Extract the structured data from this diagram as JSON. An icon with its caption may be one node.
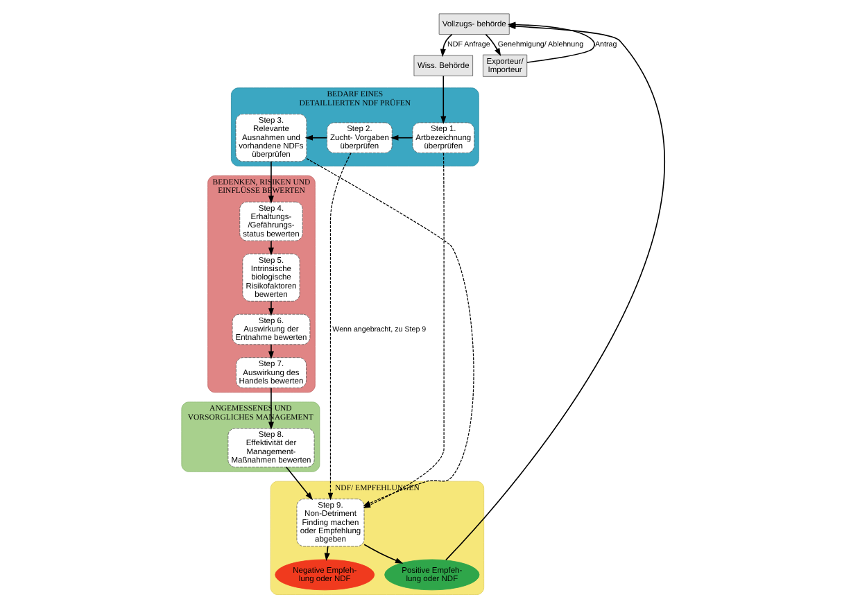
{
  "diagram": {
    "nodes": [
      {
        "text": [
          "Wiss. Behörde"
        ]
      },
      {
        "text": [
          "Vollzugs- behörde"
        ]
      },
      {
        "text": [
          "Exporteur/ Importeur"
        ]
      },
      {
        "text": [
          "BEDARF EINES DETAILLIERTEN NDF PRÜFEN"
        ]
      },
      {
        "text": [
          "Step 1.",
          "Artbezeichnung überprüfen"
        ],
        "in": 3
      },
      {
        "text": [
          "Step 2.",
          "Zucht- Vorgaben überprüfen"
        ],
        "in": 3
      },
      {
        "text": [
          "Step 3.",
          "Relevante Ausnahmen und vorhandene NDFs überprüfen"
        ],
        "in": 3
      },
      {
        "text": [
          "BEDENKEN, RISIKEN UND EINFLÜSSE BEWERTEN"
        ]
      },
      {
        "text": [
          "Step 4.",
          "Erhaltungs- /Gefährungs- status bewerten"
        ],
        "in": 7
      },
      {
        "text": [
          "Step 5.",
          "Intrinsische biologische Risikofaktoren bewerten"
        ],
        "in": 7
      },
      {
        "text": [
          "Step 6.",
          "Auswirkung der Entnahme bewerten"
        ],
        "in": 7
      },
      {
        "text": [
          "Step 7.",
          "Auswirkung des Handels bewerten"
        ],
        "in": 7
      },
      {
        "text": [
          "ANGEMESSENES UND VORSORGLICHES MANAGEMENT"
        ]
      },
      {
        "text": [
          "Step 8.",
          "Effektivität der Management- Maßnahmen bewerten"
        ],
        "in": 12
      },
      {
        "text": [
          "NDF/ EMPFEHLUNGEN"
        ]
      },
      {
        "text": [
          "Positive Empfeh- lung oder NDF"
        ],
        "in": 14
      },
      {
        "text": [
          "Negative Empfeh- lung oder NDF"
        ],
        "in": 14
      },
      {
        "text": [
          "Step 9.",
          "Non-Detriment Finding machen oder Empfehlung abgeben"
        ],
        "in": 14
      }
    ],
    "edges": [
      {
        "from": 1,
        "to": 0,
        "arrow": "to",
        "label": "NDF Anfrage"
      },
      {
        "from": 0,
        "to": 4,
        "arrow": "to"
      },
      {
        "from": 2,
        "to": 1,
        "arrow": "to",
        "label": "Antrag"
      },
      {
        "from": 1,
        "to": 2,
        "arrow": "to",
        "label": "Genehmigung/ Ablehnung"
      },
      {
        "from": 4,
        "to": 5,
        "arrow": "to"
      },
      {
        "from": 5,
        "to": 6,
        "arrow": "to"
      },
      {
        "from": 6,
        "to": 8,
        "arrow": "to"
      },
      {
        "from": 8,
        "to": 9,
        "arrow": "to"
      },
      {
        "from": 9,
        "to": 10,
        "arrow": "to"
      },
      {
        "from": 10,
        "to": 11,
        "arrow": "to"
      },
      {
        "from": 11,
        "to": 13,
        "arrow": "to"
      },
      {
        "from": 13,
        "to": 17,
        "arrow": "to"
      },
      {
        "from": 17,
        "to": 15,
        "arrow": "to"
      },
      {
        "from": 17,
        "to": 16,
        "arrow": "to"
      },
      {
        "from": 4,
        "to": 17,
        "arrow": "to",
        "style": "dashed"
      },
      {
        "from": 5,
        "to": 17,
        "arrow": "to",
        "style": "dashed",
        "label": "Wenn angebracht, zu Step 9"
      },
      {
        "from": 6,
        "to": 17,
        "arrow": "to",
        "style": "dashed"
      },
      {
        "from": 15,
        "to": 1,
        "arrow": "to"
      }
    ]
  }
}
